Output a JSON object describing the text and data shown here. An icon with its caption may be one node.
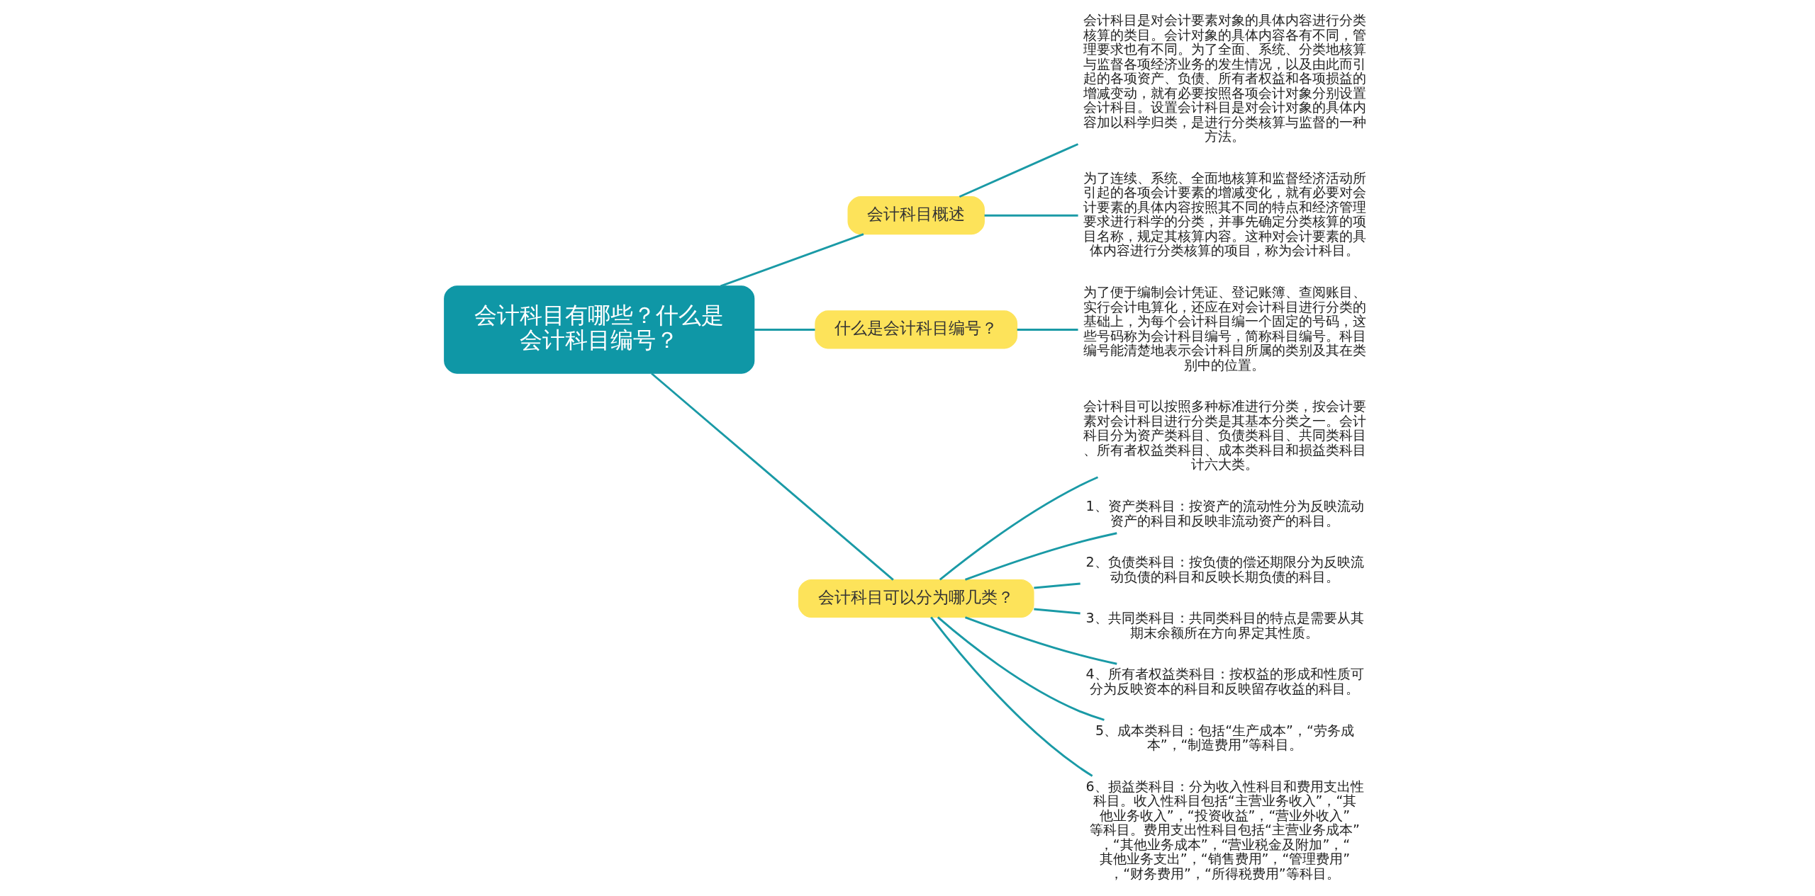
{
  "diagram": {
    "nodes": [
      {
        "text": [
          "会计科目有哪些？什么是会计科目编号？"
        ]
      },
      {
        "text": [
          "会计科目概述"
        ]
      },
      {
        "text": [
          "会计科目是对会计要素对象的具体内容进行分类核算的类目。会计对象的具体内容各有不同，管理要求也有不同。为了全面、系统、分类地核算与监督各项经济业务的发生情况，以及由此而引起的各项资产、负债、所有者权益和各项损益的增减变动，就有必要按照各项会计对象分别设置会计科目。设置会计科目是对会计对象的具体内容加以科学归类，是进行分类核算与监督的一种方法。"
        ]
      },
      {
        "text": [
          "为了连续、系统、全面地核算和监督经济活动所引起的各项会计要素的增减变化，就有必要对会计要素的具体内容按照其不同的特点和经济管理要求进行科学的分类，并事先确定分类核算的项目名称，规定其核算内容。这种对会计要素的具体内容进行分类核算的项目，称为会计科目。"
        ]
      },
      {
        "text": [
          "什么是会计科目编号？"
        ]
      },
      {
        "text": [
          "为了便于编制会计凭证、登记账簿、查阅账目、实行会计电算化，还应在对会计科目进行分类的基础上，为每个会计科目编一个固定的号码，这些号码称为会计科目编号，简称科目编号。科目编号能清楚地表示会计科目所属的类别及其在类别中的位置。"
        ]
      },
      {
        "text": [
          "会计科目可以分为哪几类？"
        ]
      },
      {
        "text": [
          "会计科目可以按照多种标准进行分类，按会计要素对会计科目进行分类是其基本分类之一。会计科目分为资产类科目、负债类科目、共同类科目、所有者权益类科目、成本类科目和损益类科目计六大类。"
        ]
      },
      {
        "text": [
          "1、资产类科目：按资产的流动性分为反映流动资产的科目和反映非流动资产的科目。"
        ]
      },
      {
        "text": [
          "2、负债类科目：按负债的偿还期限分为反映流动负债的科目和反映长期负债的科目。"
        ]
      },
      {
        "text": [
          "3、共同类科目：共同类科目的特点是需要从其期末余额所在方向界定其性质。"
        ]
      },
      {
        "text": [
          "4、所有者权益类科目：按权益的形成和性质可分为反映资本的科目和反映留存收益的科目。"
        ]
      },
      {
        "text": [
          "5、成本类科目：包括“生产成本”，“劳务成本”，“制造费用”等科目。"
        ]
      },
      {
        "text": [
          "6、损益类科目：分为收入性科目和费用支出性科目。收入性科目包括“主营业务收入”，“其他业务收入”，“投资收益”，“营业外收入”等科目。费用支出性科目包括“主营业务成本”，“其他业务成本”，“营业税金及附加”，“其他业务支出”，“销售费用”，“管理费用”，“财务费用”，“所得税费用”等科目。"
        ]
      }
    ],
    "edges": [
      {
        "from": 0,
        "to": 1,
        "arrow": "none"
      },
      {
        "from": 1,
        "to": 2,
        "arrow": "none"
      },
      {
        "from": 1,
        "to": 3,
        "arrow": "none"
      },
      {
        "from": 0,
        "to": 4,
        "arrow": "none"
      },
      {
        "from": 4,
        "to": 5,
        "arrow": "none"
      },
      {
        "from": 0,
        "to": 6,
        "arrow": "none"
      },
      {
        "from": 6,
        "to": 7,
        "arrow": "none"
      },
      {
        "from": 6,
        "to": 8,
        "arrow": "none"
      },
      {
        "from": 6,
        "to": 9,
        "arrow": "none"
      },
      {
        "from": 6,
        "to": 10,
        "arrow": "none"
      },
      {
        "from": 6,
        "to": 11,
        "arrow": "none"
      },
      {
        "from": 6,
        "to": 12,
        "arrow": "none"
      },
      {
        "from": 6,
        "to": 13,
        "arrow": "none"
      }
    ]
  }
}
